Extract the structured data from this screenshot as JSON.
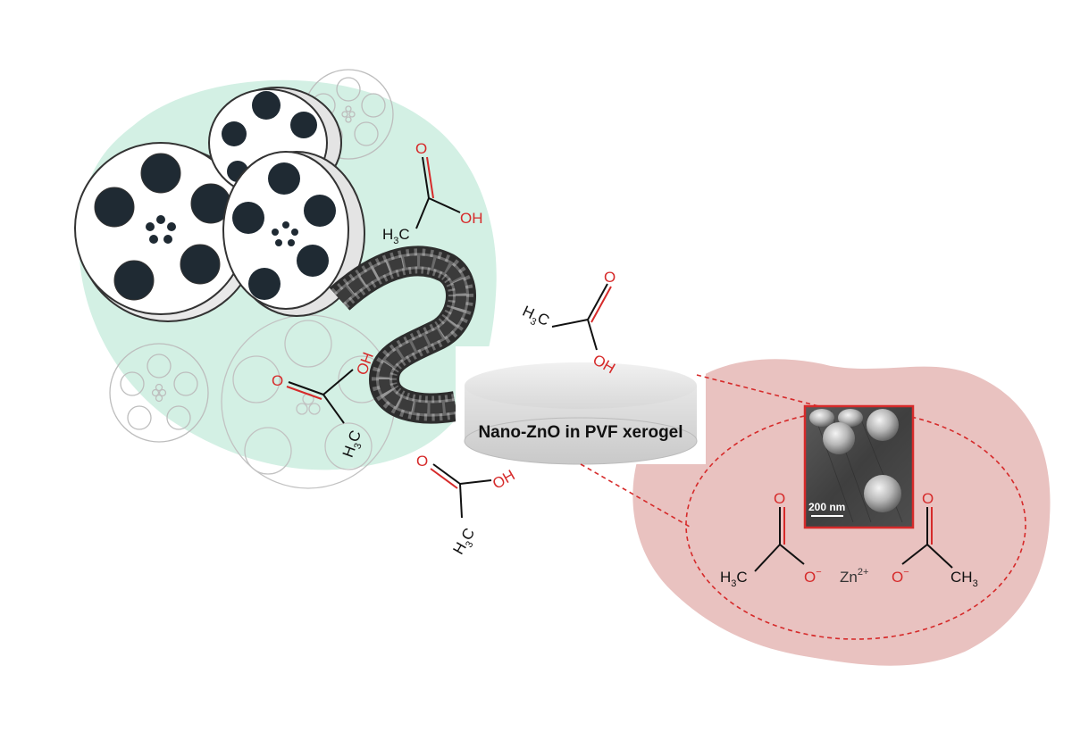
{
  "disc_label": "Nano-ZnO in PVF xerogel",
  "scale_bar_label": "200 nm",
  "zinc_ion": {
    "symbol": "Zn",
    "charge": "2+"
  },
  "molecule_text": {
    "methyl": "H",
    "methyl_sub": "3",
    "methyl_c": "C",
    "oxygen": "O",
    "hydroxyl": "OH",
    "anion_charge": "−",
    "ch3": "CH",
    "ch3_sub": "3"
  },
  "colors": {
    "green_blob": "#d3f0e4",
    "pink_blob": "#e9c2c0",
    "oxygen_red": "#d62a2a",
    "bond_black": "#111111",
    "reel_dark": "#1f2a33",
    "dash_red": "#d62a2a"
  }
}
